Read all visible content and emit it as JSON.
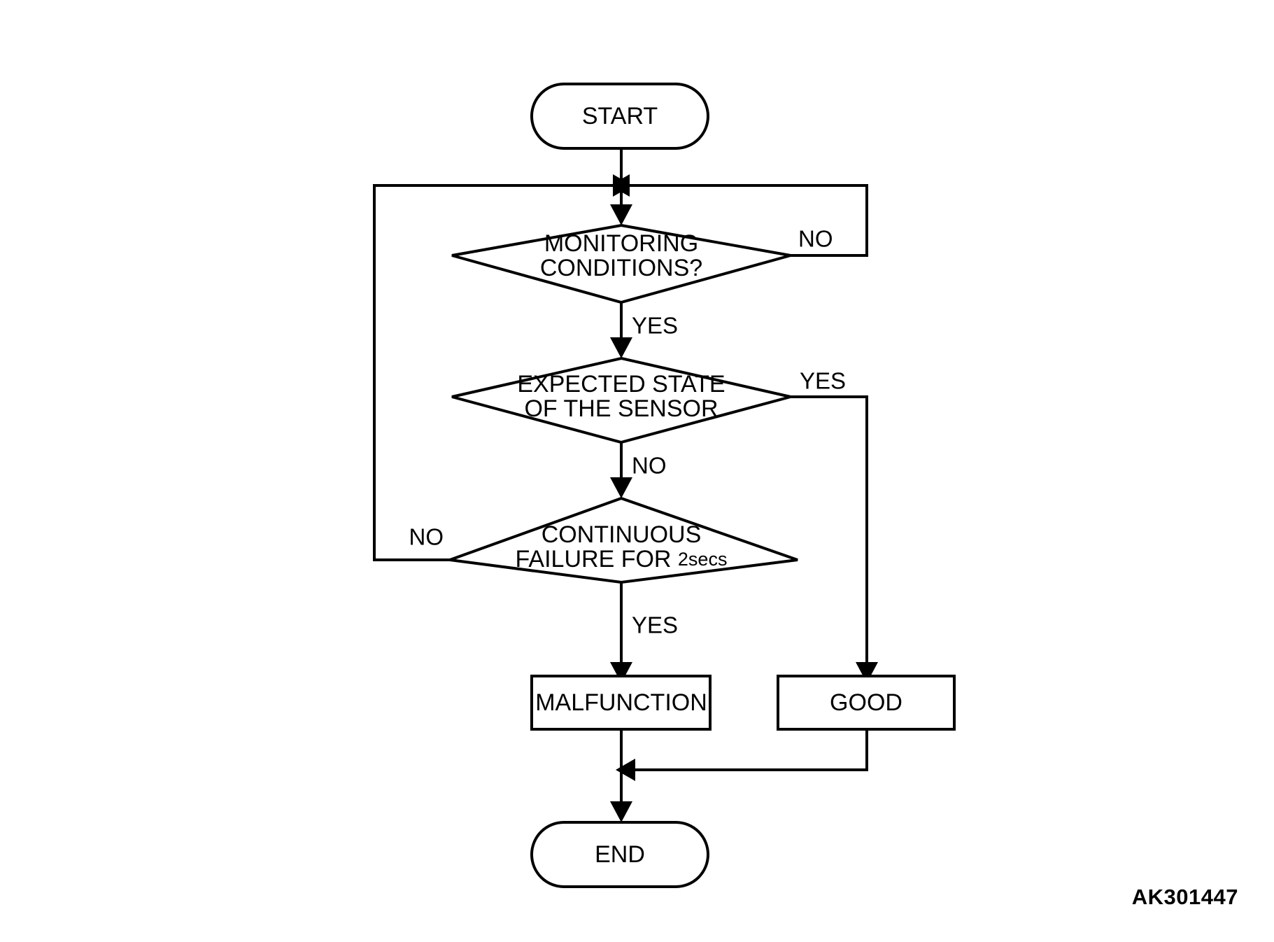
{
  "figure": {
    "code": "AK301447",
    "type": "flowchart",
    "background_color": "#ffffff",
    "line_color": "#000000"
  },
  "nodes": {
    "start": {
      "label": "START",
      "shape": "stadium"
    },
    "monitoring": {
      "label_line1": "MONITORING",
      "label_line2": "CONDITIONS?",
      "shape": "decision"
    },
    "expected": {
      "label_line1": "EXPECTED STATE",
      "label_line2": "OF THE SENSOR",
      "shape": "decision"
    },
    "continuous": {
      "label_line1": "CONTINUOUS",
      "label_line2": "FAILURE FOR ",
      "label_line2_unit": "2secs",
      "shape": "decision"
    },
    "malfunction": {
      "label": "MALFUNCTION",
      "shape": "process"
    },
    "good": {
      "label": "GOOD",
      "shape": "process"
    },
    "end": {
      "label": "END",
      "shape": "stadium"
    }
  },
  "edges": {
    "monitoring_no": {
      "label": "NO"
    },
    "monitoring_yes": {
      "label": "YES"
    },
    "expected_yes": {
      "label": "YES"
    },
    "expected_no": {
      "label": "NO"
    },
    "continuous_no": {
      "label": "NO"
    },
    "continuous_yes": {
      "label": "YES"
    }
  },
  "chart_data": {
    "type": "diagram",
    "title": "Sensor monitoring diagnostic logic flowchart",
    "flow": [
      {
        "from": "START",
        "to": "MONITORING CONDITIONS?",
        "label": ""
      },
      {
        "from": "MONITORING CONDITIONS?",
        "to": "MONITORING CONDITIONS?",
        "label": "NO",
        "note": "loops back to input of monitoring conditions via right then left path"
      },
      {
        "from": "MONITORING CONDITIONS?",
        "to": "EXPECTED STATE OF THE SENSOR",
        "label": "YES"
      },
      {
        "from": "EXPECTED STATE OF THE SENSOR",
        "to": "GOOD",
        "label": "YES"
      },
      {
        "from": "EXPECTED STATE OF THE SENSOR",
        "to": "CONTINUOUS FAILURE FOR 2secs",
        "label": "NO"
      },
      {
        "from": "CONTINUOUS FAILURE FOR 2secs",
        "to": "MONITORING CONDITIONS?",
        "label": "NO",
        "note": "loops back via left path"
      },
      {
        "from": "CONTINUOUS FAILURE FOR 2secs",
        "to": "MALFUNCTION",
        "label": "YES"
      },
      {
        "from": "MALFUNCTION",
        "to": "END",
        "label": ""
      },
      {
        "from": "GOOD",
        "to": "END",
        "label": ""
      }
    ]
  }
}
